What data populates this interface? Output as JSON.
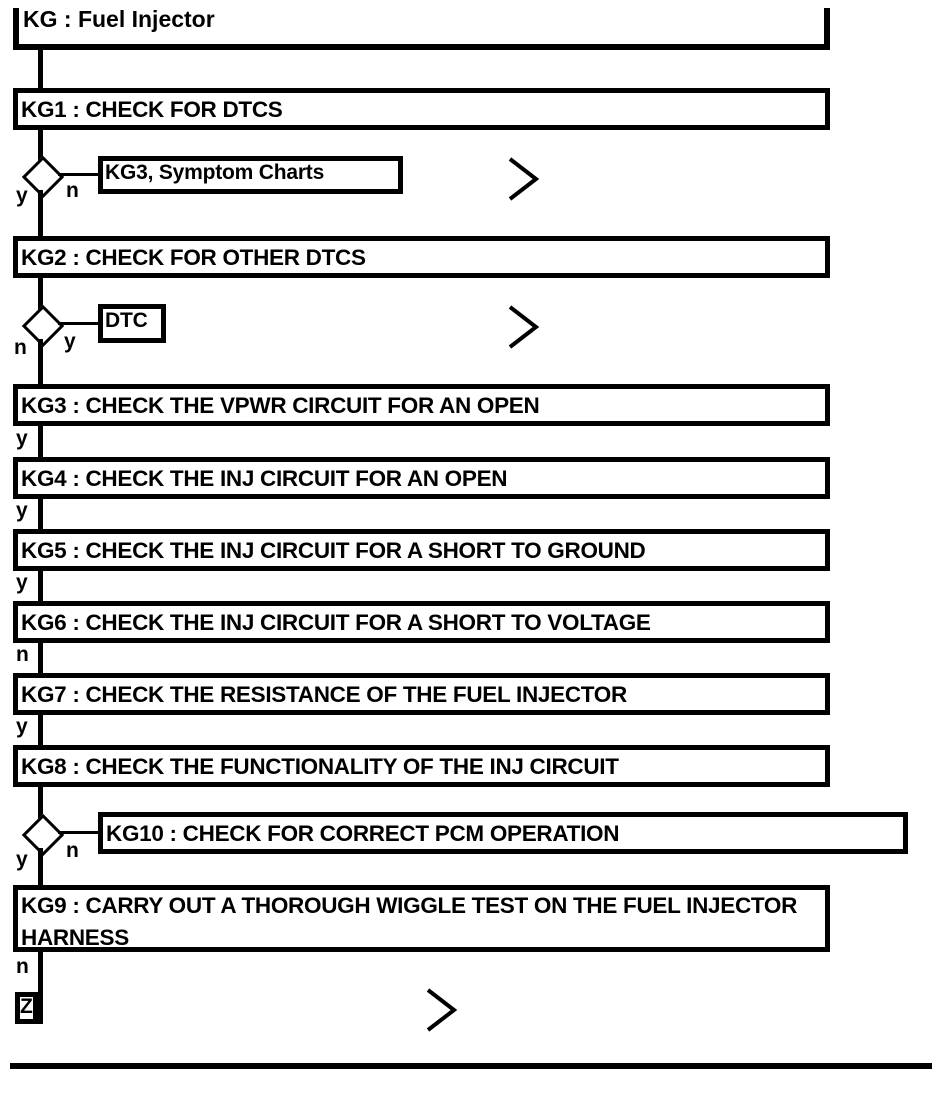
{
  "diagram": {
    "type": "flowchart",
    "title": "KG : Fuel Injector",
    "steps": [
      {
        "id": "KG1",
        "label": "KG1 : CHECK FOR DTCS"
      },
      {
        "id": "KG2",
        "label": "KG2 : CHECK FOR OTHER DTCS"
      },
      {
        "id": "KG3",
        "label": "KG3 : CHECK THE VPWR CIRCUIT FOR AN OPEN"
      },
      {
        "id": "KG4",
        "label": "KG4 : CHECK THE INJ CIRCUIT FOR AN OPEN"
      },
      {
        "id": "KG5",
        "label": "KG5 : CHECK THE INJ CIRCUIT FOR A SHORT TO GROUND"
      },
      {
        "id": "KG6",
        "label": "KG6 : CHECK THE INJ CIRCUIT FOR A SHORT TO VOLTAGE"
      },
      {
        "id": "KG7",
        "label": "KG7 : CHECK THE RESISTANCE OF THE FUEL INJECTOR"
      },
      {
        "id": "KG8",
        "label": "KG8 : CHECK THE FUNCTIONALITY OF THE INJ CIRCUIT"
      },
      {
        "id": "KG10",
        "label": "KG10 : CHECK FOR CORRECT PCM OPERATION"
      },
      {
        "id": "KG9",
        "label": "KG9 : CARRY OUT A THOROUGH WIGGLE TEST ON THE FUEL INJECTOR HARNESS"
      }
    ],
    "references": [
      {
        "id": "ref-symptom-charts",
        "label": "KG3, Symptom Charts"
      },
      {
        "id": "ref-dtc",
        "label": "DTC"
      }
    ],
    "terminal": {
      "id": "Z",
      "label": "Z"
    },
    "branch_labels": {
      "kg1_yes": "y",
      "kg1_no": "n",
      "kg2_no": "n",
      "kg2_yes": "y",
      "kg3_yes": "y",
      "kg4_yes": "y",
      "kg5_yes": "y",
      "kg6_no": "n",
      "kg7_yes": "y",
      "kg8_yes": "y",
      "kg8_no": "n",
      "kg9_no": "n"
    },
    "connector_icon": "chevron-right-icon",
    "colors": {
      "line": "#000000",
      "background": "#ffffff",
      "text": "#000000"
    }
  }
}
